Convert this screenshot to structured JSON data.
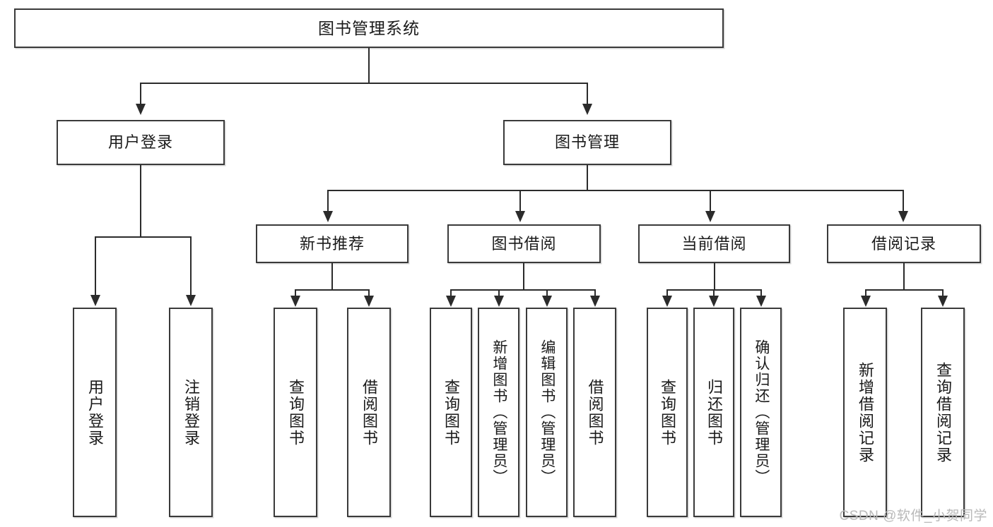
{
  "diagram": {
    "title": "图书管理系统",
    "type": "hierarchy-tree",
    "watermark": "CSDN @软件_小贺同学",
    "colors": {
      "box_border": "#3a3a3a",
      "box_fill": "#ffffff",
      "connector": "#2b2b2b",
      "text": "#1a1a1a",
      "watermark": "#b9b9b9",
      "background": "#ffffff"
    }
  },
  "nodes": {
    "root": {
      "label": "图书管理系统"
    },
    "level1": [
      {
        "label": "用户登录"
      },
      {
        "label": "图书管理"
      }
    ],
    "level2": [
      {
        "label": "新书推荐"
      },
      {
        "label": "图书借阅"
      },
      {
        "label": "当前借阅"
      },
      {
        "label": "借阅记录"
      }
    ],
    "leaves": {
      "user_login": [
        {
          "label": "用户登录"
        },
        {
          "label": "注销登录"
        }
      ],
      "new_book": [
        {
          "label": "查询图书"
        },
        {
          "label": "借阅图书"
        }
      ],
      "book_borrow": [
        {
          "label": "查询图书"
        },
        {
          "label": "新增图书（管理员）"
        },
        {
          "label": "编辑图书（管理员）"
        },
        {
          "label": "借阅图书"
        }
      ],
      "current_borrow": [
        {
          "label": "查询图书"
        },
        {
          "label": "归还图书"
        },
        {
          "label": "确认归还（管理员）"
        }
      ],
      "borrow_record": [
        {
          "label": "新增借阅记录"
        },
        {
          "label": "查询借阅记录"
        }
      ]
    }
  }
}
